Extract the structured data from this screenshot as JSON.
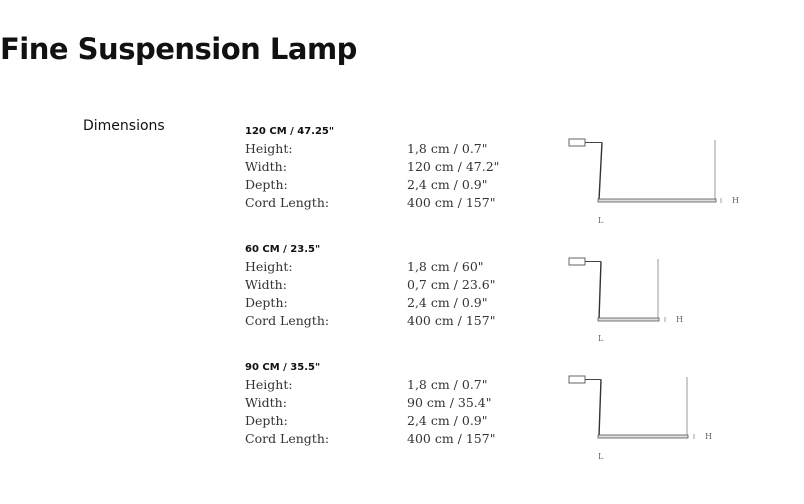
{
  "page": {
    "title": "Fine Suspension Lamp",
    "section_label": "Dimensions"
  },
  "variants": [
    {
      "heading": "120 CM / 47.25\"",
      "specs": [
        {
          "label": "Height:",
          "value": "1,8 cm / 0.7\""
        },
        {
          "label": "Width:",
          "value": "120 cm / 47.2\""
        },
        {
          "label": "Depth:",
          "value": "2,4 cm / 0.9\""
        },
        {
          "label": "Cord Length:",
          "value": "400 cm / 157\""
        }
      ],
      "diagram": {
        "height_label": "H",
        "length_label": "L"
      }
    },
    {
      "heading": "60 CM / 23.5\"",
      "specs": [
        {
          "label": "Height:",
          "value": "1,8 cm / 60\""
        },
        {
          "label": "Width:",
          "value": "0,7 cm / 23.6\""
        },
        {
          "label": "Depth:",
          "value": "2,4 cm / 0.9\""
        },
        {
          "label": "Cord Length:",
          "value": "400 cm / 157\""
        }
      ],
      "diagram": {
        "height_label": "H",
        "length_label": "L"
      }
    },
    {
      "heading": "90 CM / 35.5\"",
      "specs": [
        {
          "label": "Height:",
          "value": "1,8 cm / 0.7\""
        },
        {
          "label": "Width:",
          "value": "90 cm / 35.4\""
        },
        {
          "label": "Depth:",
          "value": "2,4 cm / 0.9\""
        },
        {
          "label": "Cord Length:",
          "value": "400 cm / 157\""
        }
      ],
      "diagram": {
        "height_label": "H",
        "length_label": "L"
      }
    }
  ]
}
